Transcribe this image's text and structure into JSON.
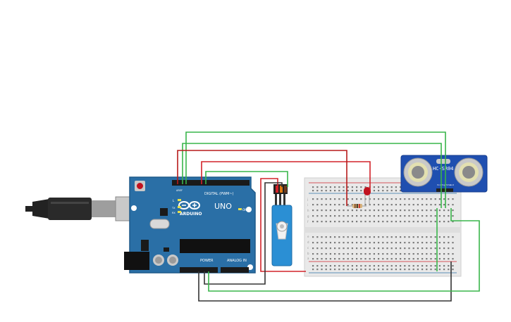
{
  "board": {
    "logo": "ARDUINO",
    "model": "UNO",
    "header_digital": "DIGITAL (PWM~)",
    "header_power": "POWER",
    "header_analog": "ANALOG IN",
    "label_on": "ON",
    "label_l": "L",
    "label_tx": "TX",
    "label_rx": "RX",
    "label_aref": "AREF",
    "label_gnd": "GND"
  },
  "sensor": {
    "model": "HC-SR04",
    "pins": [
      "Vcc",
      "Trig",
      "Echo",
      "Gnd"
    ]
  },
  "breadboard": {
    "row_letters_top": [
      "j",
      "i",
      "h",
      "g",
      "f"
    ],
    "row_letters_bottom": [
      "e",
      "d",
      "c",
      "b",
      "a"
    ]
  },
  "colors": {
    "board": "#2a6fa6",
    "board_border": "#1e5a8a",
    "breadboard": "#e9e9e9",
    "servo": "#2b8fd4",
    "wire_green": "#39b54a",
    "wire_red": "#d2232a",
    "wire_black": "#333333",
    "led": "#c1121f",
    "sensor_pcb": "#1f4fb0"
  },
  "icons": [
    "usb-cable-icon",
    "servo-horn-icon",
    "ultrasonic-transducer-icon",
    "led-icon",
    "resistor-icon"
  ]
}
